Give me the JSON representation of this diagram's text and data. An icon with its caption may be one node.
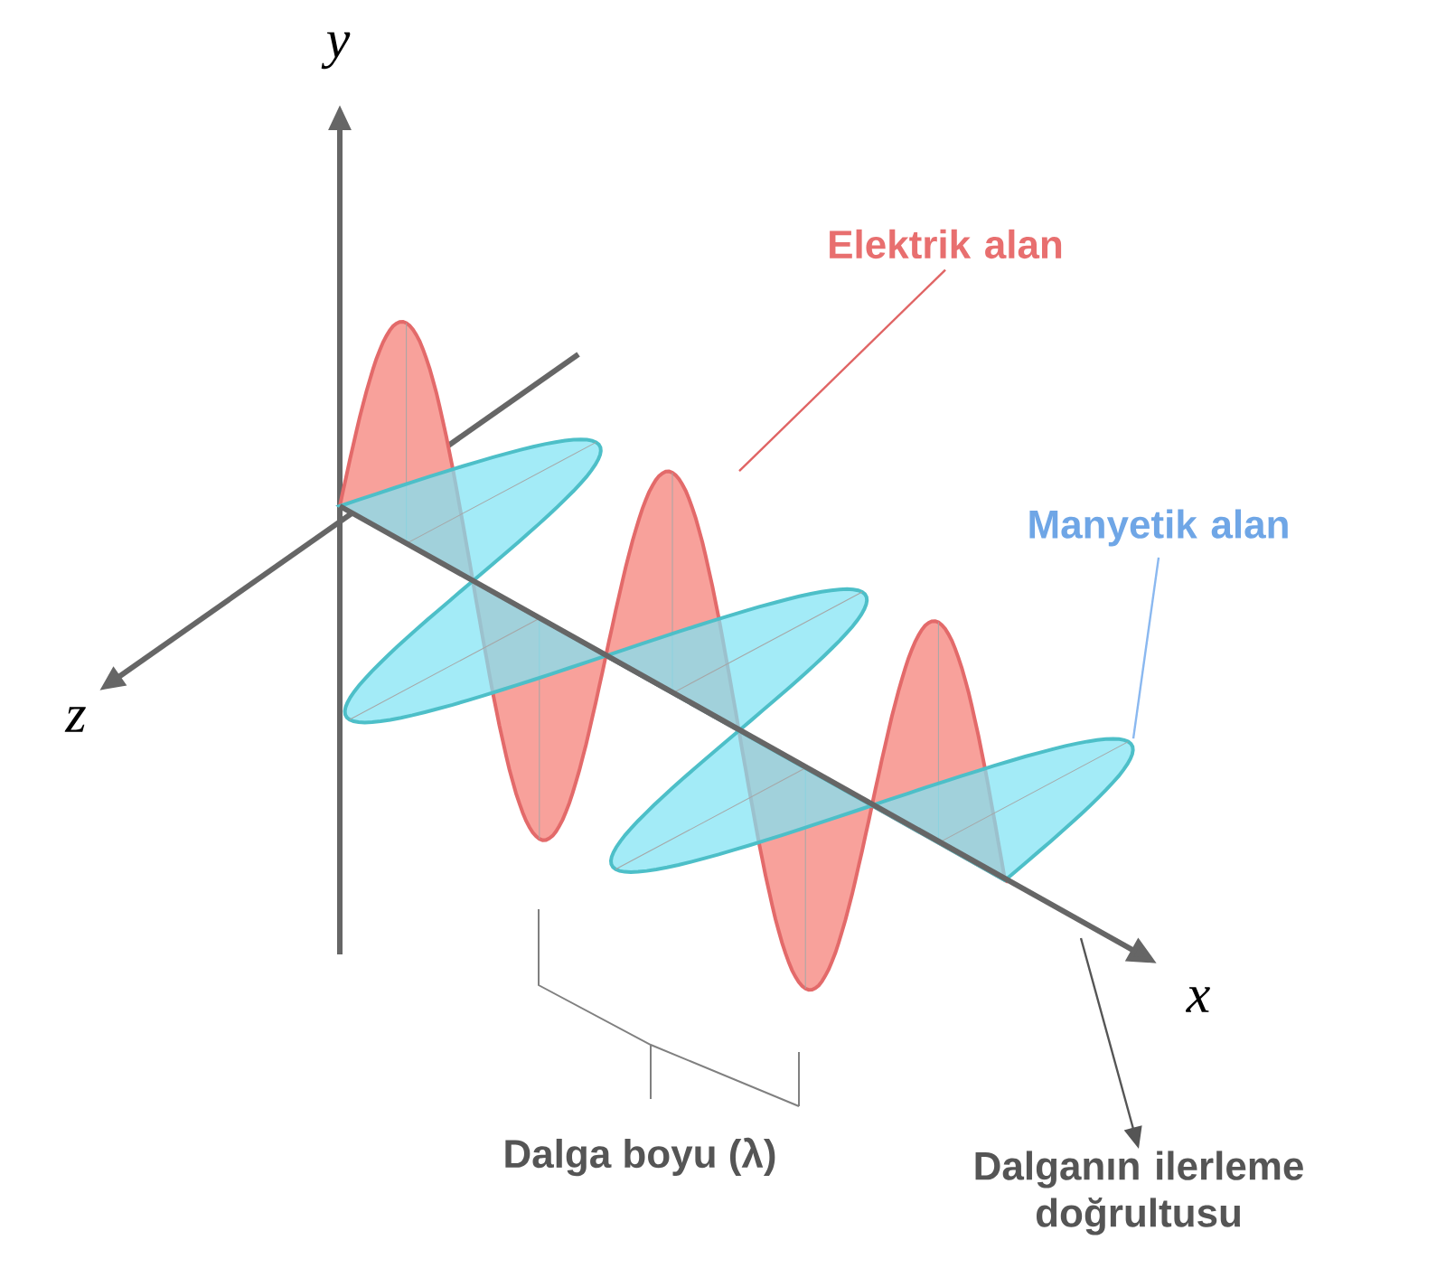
{
  "diagram": {
    "nodes": [
      {
        "text": [],
        "shape": "ellipse"
      },
      {
        "text": [],
        "shape": "ellipse"
      },
      {
        "text": [],
        "shape": "ellipse"
      },
      {
        "text": [],
        "shape": "ellipse"
      },
      {
        "text": [],
        "shape": "ellipse"
      },
      {
        "text": [],
        "shape": "ellipse"
      },
      {
        "text": [],
        "shape": "ellipse"
      },
      {
        "text": [],
        "shape": "ellipse"
      },
      {
        "text": [],
        "shape": "ellipse"
      },
      {
        "text": [],
        "shape": "ellipse"
      },
      {
        "text": [
          "Elektrik alan"
        ]
      },
      {
        "text": [
          "Manyetik alan"
        ]
      },
      {
        "text": [
          "Dalganın ilerleme doğrultusu"
        ]
      }
    ],
    "edges": [
      {
        "from": 10,
        "to": 4,
        "arrow": "none",
        "color": "#e06464"
      },
      {
        "from": 11,
        "to": 9,
        "arrow": "none",
        "color": "#8ab8f0"
      },
      {
        "from": null,
        "to": 12,
        "arrow": "to",
        "color": "#555555"
      }
    ],
    "labels": [
      "y",
      "z",
      "x",
      "Dalga boyu (λ)"
    ]
  }
}
